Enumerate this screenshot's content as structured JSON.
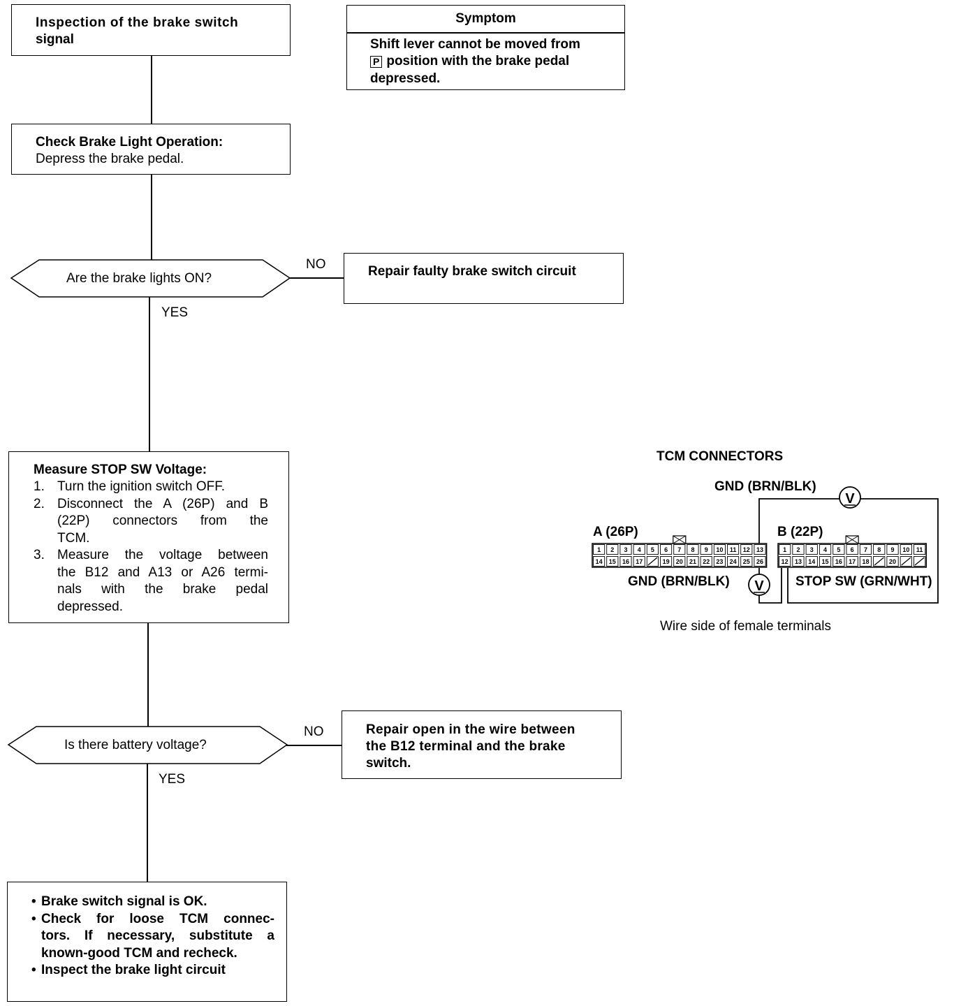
{
  "start": {
    "title_line1": "Inspection of the brake switch",
    "title_line2": "signal"
  },
  "symptom": {
    "header": "Symptom",
    "line1": "Shift lever cannot be moved from",
    "p_symbol": "P",
    "line2": "position with the brake pedal",
    "line3": "depressed."
  },
  "check_light": {
    "title": "Check Brake Light Operation:",
    "text": "Depress the brake pedal."
  },
  "decision1": {
    "question": "Are the brake lights ON?",
    "no": "NO",
    "yes": "YES"
  },
  "repair1": {
    "text": "Repair faulty brake switch circuit"
  },
  "measure": {
    "title": "Measure STOP SW Voltage:",
    "steps": [
      {
        "num": "1.",
        "lines": [
          "Turn the ignition switch OFF."
        ]
      },
      {
        "num": "2.",
        "lines": [
          "Disconnect the A (26P) and B",
          "(22P) connectors from the",
          "TCM."
        ]
      },
      {
        "num": "3.",
        "lines": [
          "Measure the voltage between",
          "the B12 and A13 or A26 termi-",
          "nals with the brake pedal",
          "depressed."
        ]
      }
    ]
  },
  "decision2": {
    "question": "Is there battery voltage?",
    "no": "NO",
    "yes": "YES"
  },
  "repair2": {
    "line1": "Repair open in the wire between",
    "line2": "the B12 terminal and the brake",
    "line3": "switch."
  },
  "result": {
    "items": [
      [
        "Brake switch signal is OK."
      ],
      [
        "Check for loose TCM connec-",
        "tors. If necessary, substitute a",
        "known-good TCM and recheck."
      ],
      [
        "Inspect the brake light circuit"
      ]
    ]
  },
  "connectors": {
    "title": "TCM CONNECTORS",
    "gnd_top": "GND (BRN/BLK)",
    "gnd_bottom": "GND (BRN/BLK)",
    "stop_sw": "STOP SW (GRN/WHT)",
    "caption": "Wire side of female terminals",
    "meter_symbol": "V",
    "a_label": "A (26P)",
    "b_label": "B (22P)",
    "a_row1": [
      "1",
      "2",
      "3",
      "4",
      "5",
      "6",
      "7",
      "8",
      "9",
      "10",
      "11",
      "12",
      "13"
    ],
    "a_row2": [
      "14",
      "15",
      "16",
      "17",
      "",
      "19",
      "20",
      "21",
      "22",
      "23",
      "24",
      "25",
      "26"
    ],
    "b_row1": [
      "1",
      "2",
      "3",
      "4",
      "5",
      "6",
      "7",
      "8",
      "9",
      "10",
      "11"
    ],
    "b_row2": [
      "12",
      "13",
      "14",
      "15",
      "16",
      "17",
      "18",
      "",
      "20",
      "",
      ""
    ]
  }
}
